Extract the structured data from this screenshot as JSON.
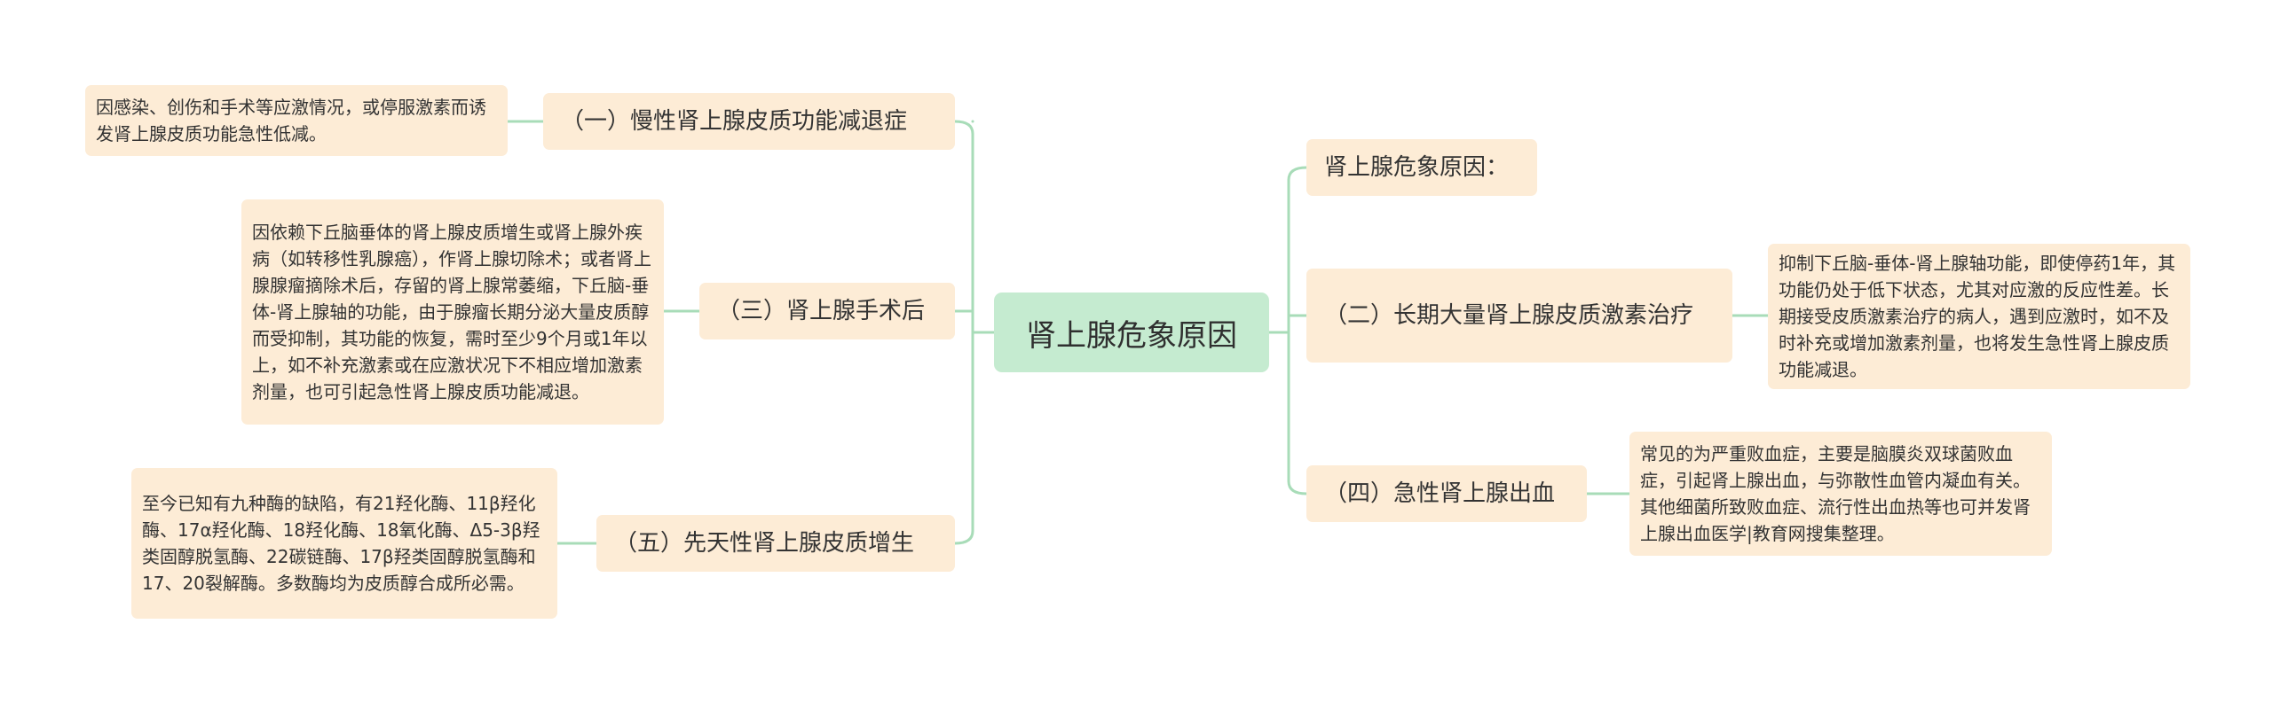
{
  "root": {
    "label": "肾上腺危象原因"
  },
  "left": [
    {
      "label": "（一）慢性肾上腺皮质功能减退症",
      "detail": "因感染、创伤和手术等应激情况，或停服激素而诱发肾上腺皮质功能急性低减。"
    },
    {
      "label": "（三）肾上腺手术后",
      "detail": "因依赖下丘脑垂体的肾上腺皮质增生或肾上腺外疾病（如转移性乳腺癌），作肾上腺切除术；或者肾上腺腺瘤摘除术后，存留的肾上腺常萎缩，下丘脑-垂体-肾上腺轴的功能，由于腺瘤长期分泌大量皮质醇而受抑制，其功能的恢复，需时至少9个月或1年以上，如不补充激素或在应激状况下不相应增加激素剂量，也可引起急性肾上腺皮质功能减退。"
    },
    {
      "label": "（五）先天性肾上腺皮质增生",
      "detail": "至今已知有九种酶的缺陷，有21羟化酶、11β羟化酶、17α羟化酶、18羟化酶、18氧化酶、Δ5-3β羟类固醇脱氢酶、22碳链酶、17β羟类固醇脱氢酶和17、20裂解酶。多数酶均为皮质醇合成所必需。"
    }
  ],
  "right": [
    {
      "label": "肾上腺危象原因："
    },
    {
      "label": "（二）长期大量肾上腺皮质激素治疗",
      "detail": "抑制下丘脑-垂体-肾上腺轴功能，即使停药1年，其功能仍处于低下状态，尤其对应激的反应性差。长期接受皮质激素治疗的病人，遇到应激时，如不及时补充或增加激素剂量，也将发生急性肾上腺皮质功能减退。"
    },
    {
      "label": "（四）急性肾上腺出血",
      "detail": "常见的为严重败血症，主要是脑膜炎双球菌败血症，引起肾上腺出血，与弥散性血管内凝血有关。其他细菌所致败血症、流行性出血热等也可并发肾上腺出血医学|教育网搜集整理。"
    }
  ],
  "colors": {
    "line": "#a8dcb8",
    "node": "#fdecd6",
    "root": "#c5ebd0"
  }
}
